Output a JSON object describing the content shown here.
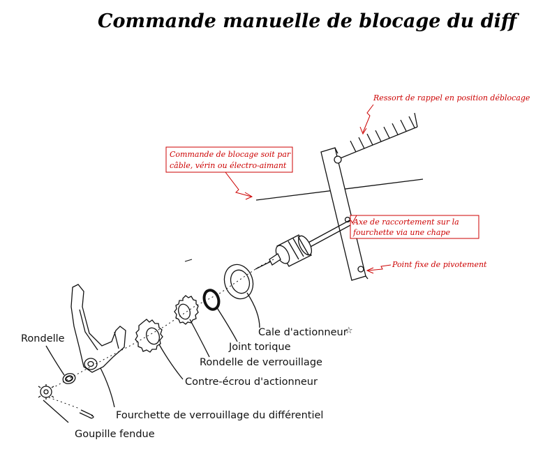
{
  "title": "Commande manuelle de blocage du diff",
  "annotations": {
    "ressort": "Ressort de rappel en position déblocage",
    "commande_line1": "Commande de blocage soit par",
    "commande_line2": "câble, vérin ou électro-aimant",
    "axe_line1": "Axe de raccortement sur la",
    "axe_line2": "fourchette via une chape",
    "point_fixe": "Point fixe de pivotement"
  },
  "parts": {
    "rondelle": "Rondelle",
    "goupille": "Goupille fendue",
    "fourchette": "Fourchette de verrouillage du différentiel",
    "contre_ecrou": "Contre-écrou d'actionneur",
    "rondelle_verrouillage": "Rondelle de verrouillage",
    "joint": "Joint torique",
    "cale": "Cale d'actionneur",
    "star": "☆"
  },
  "colors": {
    "annotation": "#cc0000",
    "ink": "#111111"
  }
}
